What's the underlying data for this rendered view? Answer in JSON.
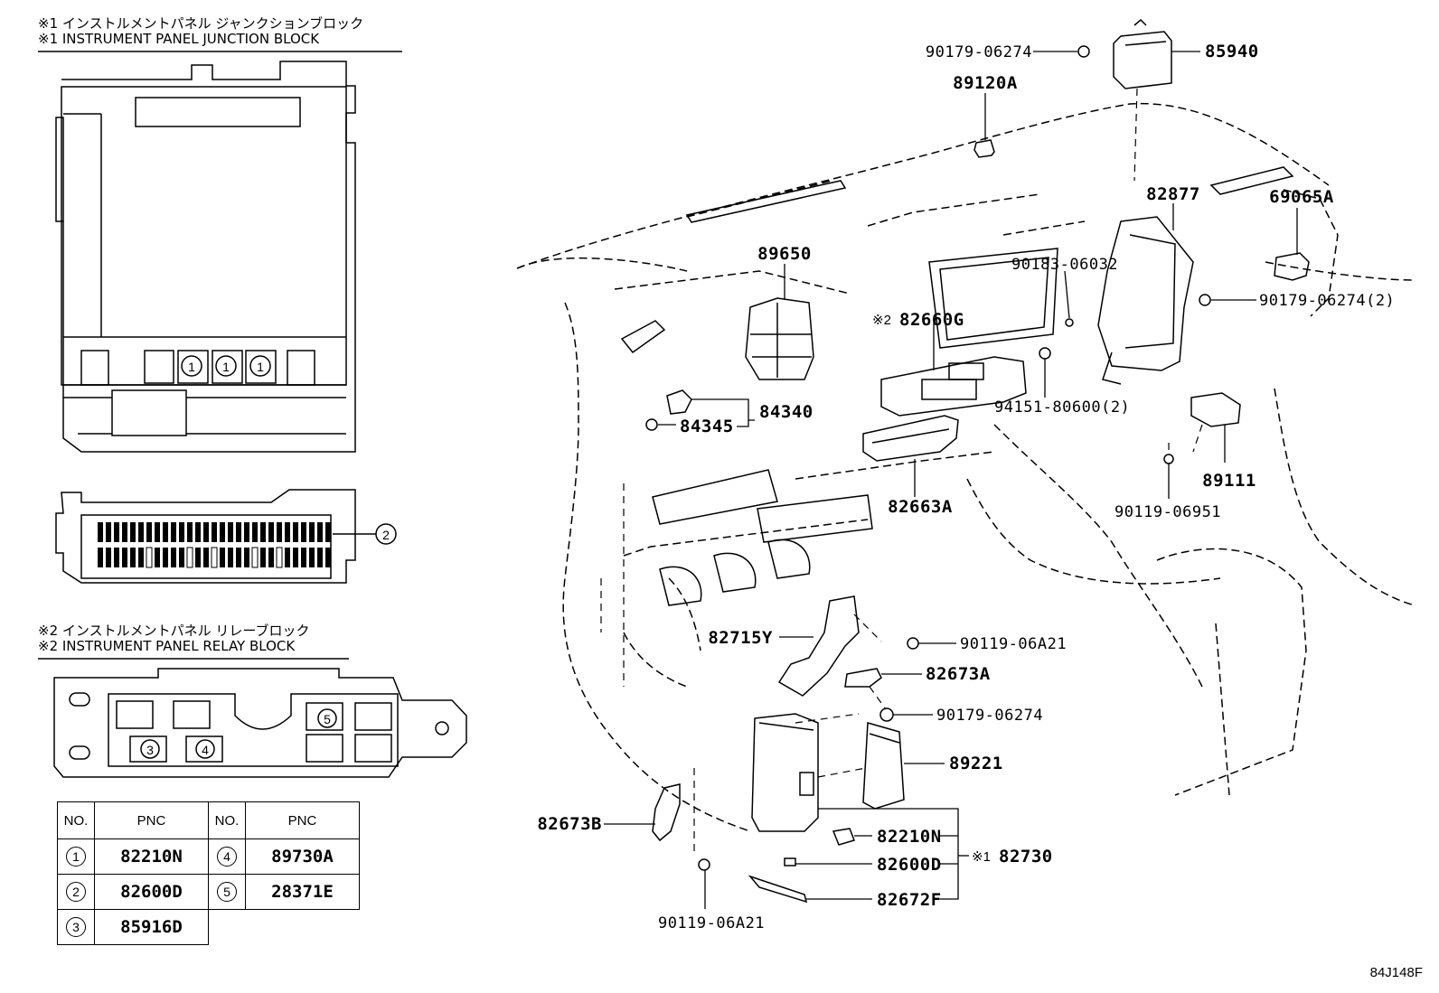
{
  "header1": {
    "jp": "※1 インストルメントパネル ジャンクションブロック",
    "en": "※1 INSTRUMENT PANEL JUNCTION BLOCK"
  },
  "header2": {
    "jp": "※2 インストルメントパネル リレーブロック",
    "en": "※2 INSTRUMENT PANEL RELAY BLOCK"
  },
  "junction_block_callouts": [
    "1",
    "1",
    "1"
  ],
  "junction_block_side_callout": "2",
  "relay_block_callouts": [
    "3",
    "4",
    "5"
  ],
  "table": {
    "headers": [
      "NO.",
      "PNC",
      "NO.",
      "PNC"
    ],
    "rows": [
      {
        "no_a": "1",
        "pnc_a": "82210N",
        "no_b": "4",
        "pnc_b": "89730A"
      },
      {
        "no_a": "2",
        "pnc_a": "82600D",
        "no_b": "5",
        "pnc_b": "28371E"
      },
      {
        "no_a": "3",
        "pnc_a": "85916D"
      }
    ]
  },
  "parts": {
    "p85940": "85940",
    "p90179_06274_top": "90179-06274",
    "p89120A": "89120A",
    "p82877": "82877",
    "p69065A": "69065A",
    "p90179_06274_2": "90179-06274(2)",
    "p89650": "89650",
    "p90183_06032": "90183-06032",
    "p82660G_mark": "※2",
    "p82660G": "82660G",
    "p84340": "84340",
    "p84345": "84345",
    "p94151_80600": "94151-80600(2)",
    "p89111": "89111",
    "p82663A": "82663A",
    "p90119_06951": "90119-06951",
    "p82715Y": "82715Y",
    "p90119_06A21_r": "90119-06A21",
    "p82673A": "82673A",
    "p90179_06274_m": "90179-06274",
    "p89221": "89221",
    "p82673B": "82673B",
    "p82210N": "82210N",
    "p82730_mark": "※1",
    "p82730": "82730",
    "p82600D": "82600D",
    "p82672F": "82672F",
    "p90119_06A21_b": "90119-06A21"
  },
  "diagram_id": "84J148F"
}
